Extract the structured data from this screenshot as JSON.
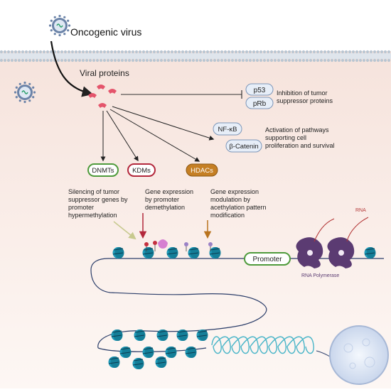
{
  "labels": {
    "virus": "Oncogenic virus",
    "viral_proteins": "Viral proteins",
    "p53": "p53",
    "prb": "pRb",
    "inhibition": [
      "Inhibition of tumor",
      "suppressor proteins"
    ],
    "nfkb": "NF-κB",
    "bcatenin": "β-Catenin",
    "activation": [
      "Activation of pathways",
      "supporting cell",
      "proliferation and survival"
    ],
    "dnmts": "DNMTs",
    "kdms": "KDMs",
    "hdacs": "HDACs",
    "silencing": [
      "Silencing of tumor",
      "suppressor genes by",
      "promoter",
      "hypermethylation"
    ],
    "demethylation": [
      "Gene expression",
      "by promoter",
      "demethylation"
    ],
    "acetylation": [
      "Gene expression",
      "modulation by",
      "acethylation pattern",
      "modification"
    ],
    "promoter": "Promoter",
    "rna": "RNA",
    "rna_polymerase": "RNA Polymerase"
  },
  "colors": {
    "membrane": "#b9c6d2",
    "cytoplasm": "#fbece6",
    "nucleosome": "#1e9ab8",
    "viral_protein": "#e4546b",
    "dnmt_arrow": "#c7c98e",
    "kdm_arrow": "#b3283c",
    "hdac_arrow": "#b9741f",
    "promoter_border": "#4f9b3c",
    "polymerase": "#5b3b72",
    "rna_line": "#b33636"
  }
}
